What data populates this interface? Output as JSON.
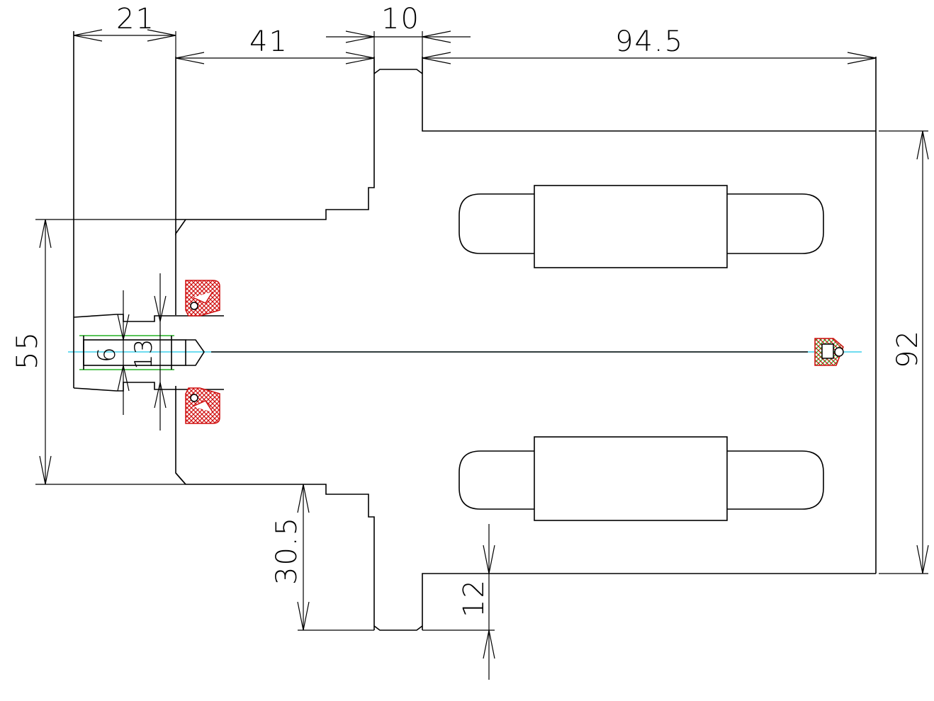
{
  "drawing": {
    "dimensions": {
      "d21": "21",
      "d41": "41",
      "d10": "10",
      "d94_5": "94.5",
      "d92": "92",
      "d55": "55",
      "d30_5": "30.5",
      "d12": "12",
      "d6": "6",
      "d13": "13"
    },
    "colors": {
      "outline": "#000000",
      "centerline": "#18c8e6",
      "seal": "#d01010",
      "thread": "#22b022"
    }
  }
}
